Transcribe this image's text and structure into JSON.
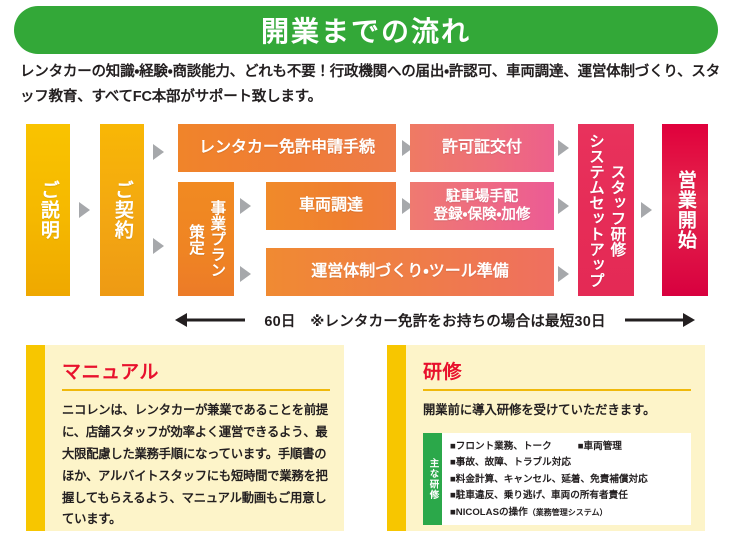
{
  "header": {
    "title": "開業までの流れ"
  },
  "intro": {
    "text": "レンタカーの知識・経験・商談能力、どれも不要！行政機関への届出・許認可、車両調達、運営体制づくり、スタッフ教育、すべてFC本部がサポート致します。"
  },
  "flow": {
    "steps": [
      {
        "id": "setsumei",
        "label": "ご説明",
        "orientation": "vertical",
        "color": "#f5b800"
      },
      {
        "id": "keiyaku",
        "label": "ご契約",
        "orientation": "vertical",
        "color": "#f3a712"
      },
      {
        "id": "license",
        "label": "レンタカー免許申請手続",
        "orientation": "horizontal",
        "color": "#f08228"
      },
      {
        "id": "plan",
        "label_main": "事業プラン",
        "label_sub": "策定",
        "orientation": "vertical-2col",
        "color": "#ef8423"
      },
      {
        "id": "vehicle",
        "label": "車両調達",
        "orientation": "horizontal",
        "color": "#f0842a"
      },
      {
        "id": "system",
        "label": "運営体制づくり・ツール準備",
        "orientation": "horizontal",
        "color": "#f08a32"
      },
      {
        "id": "permit",
        "label": "許可証交付",
        "orientation": "horizontal",
        "color": "#ee6f7a"
      },
      {
        "id": "parking",
        "label_line1": "駐車場手配",
        "label_line2": "登録・保険・加修",
        "orientation": "horizontal-2line",
        "color": "#ee6a84"
      },
      {
        "id": "training",
        "label_main": "スタッフ研修",
        "label_sub": "システムセットアップ",
        "orientation": "vertical-2col",
        "color": "#e8325c"
      },
      {
        "id": "open",
        "label": "営業開始",
        "orientation": "vertical",
        "color": "#e5274d"
      }
    ],
    "arrow_color": "#a6a8ab"
  },
  "timeline": {
    "text": "60日　※レンタカー免許をお持ちの場合は最短30日",
    "days_standard": "60日",
    "days_shortest": "30日"
  },
  "manual_panel": {
    "title": "マニュアル",
    "body": "ニコレンは、レンタカーが兼業であることを前提に、店舗スタッフが効率よく運営できるよう、最大限配慮した業務手順になっています。手順書のほか、アルバイトスタッフにも短時間で業務を把握してもらえるよう、マニュアル動画もご用意しています。"
  },
  "training_panel": {
    "title": "研修",
    "lead": "開業前に導入研修を受けていただきます。",
    "tab_label": "主な研修",
    "items": [
      {
        "text": "フロント業務、トーク",
        "second": "車両管理"
      },
      {
        "text": "事故、故障、トラブル対応"
      },
      {
        "text": "料金計算、キャンセル、延着、免責補償対応"
      },
      {
        "text": "駐車違反、乗り逃げ、車両の所有者責任"
      },
      {
        "text": "NICOLASの操作",
        "note": "（業務管理システム）"
      }
    ],
    "bullet": "■"
  },
  "colors": {
    "header_green": "#33a838",
    "panel_bg": "#fdf4c9",
    "panel_bar": "#f7c600",
    "heading_red": "#e8112d",
    "rule_gold": "#f0b90b",
    "tab_green": "#2ba84a",
    "arrow_gray": "#a6a8ab"
  }
}
